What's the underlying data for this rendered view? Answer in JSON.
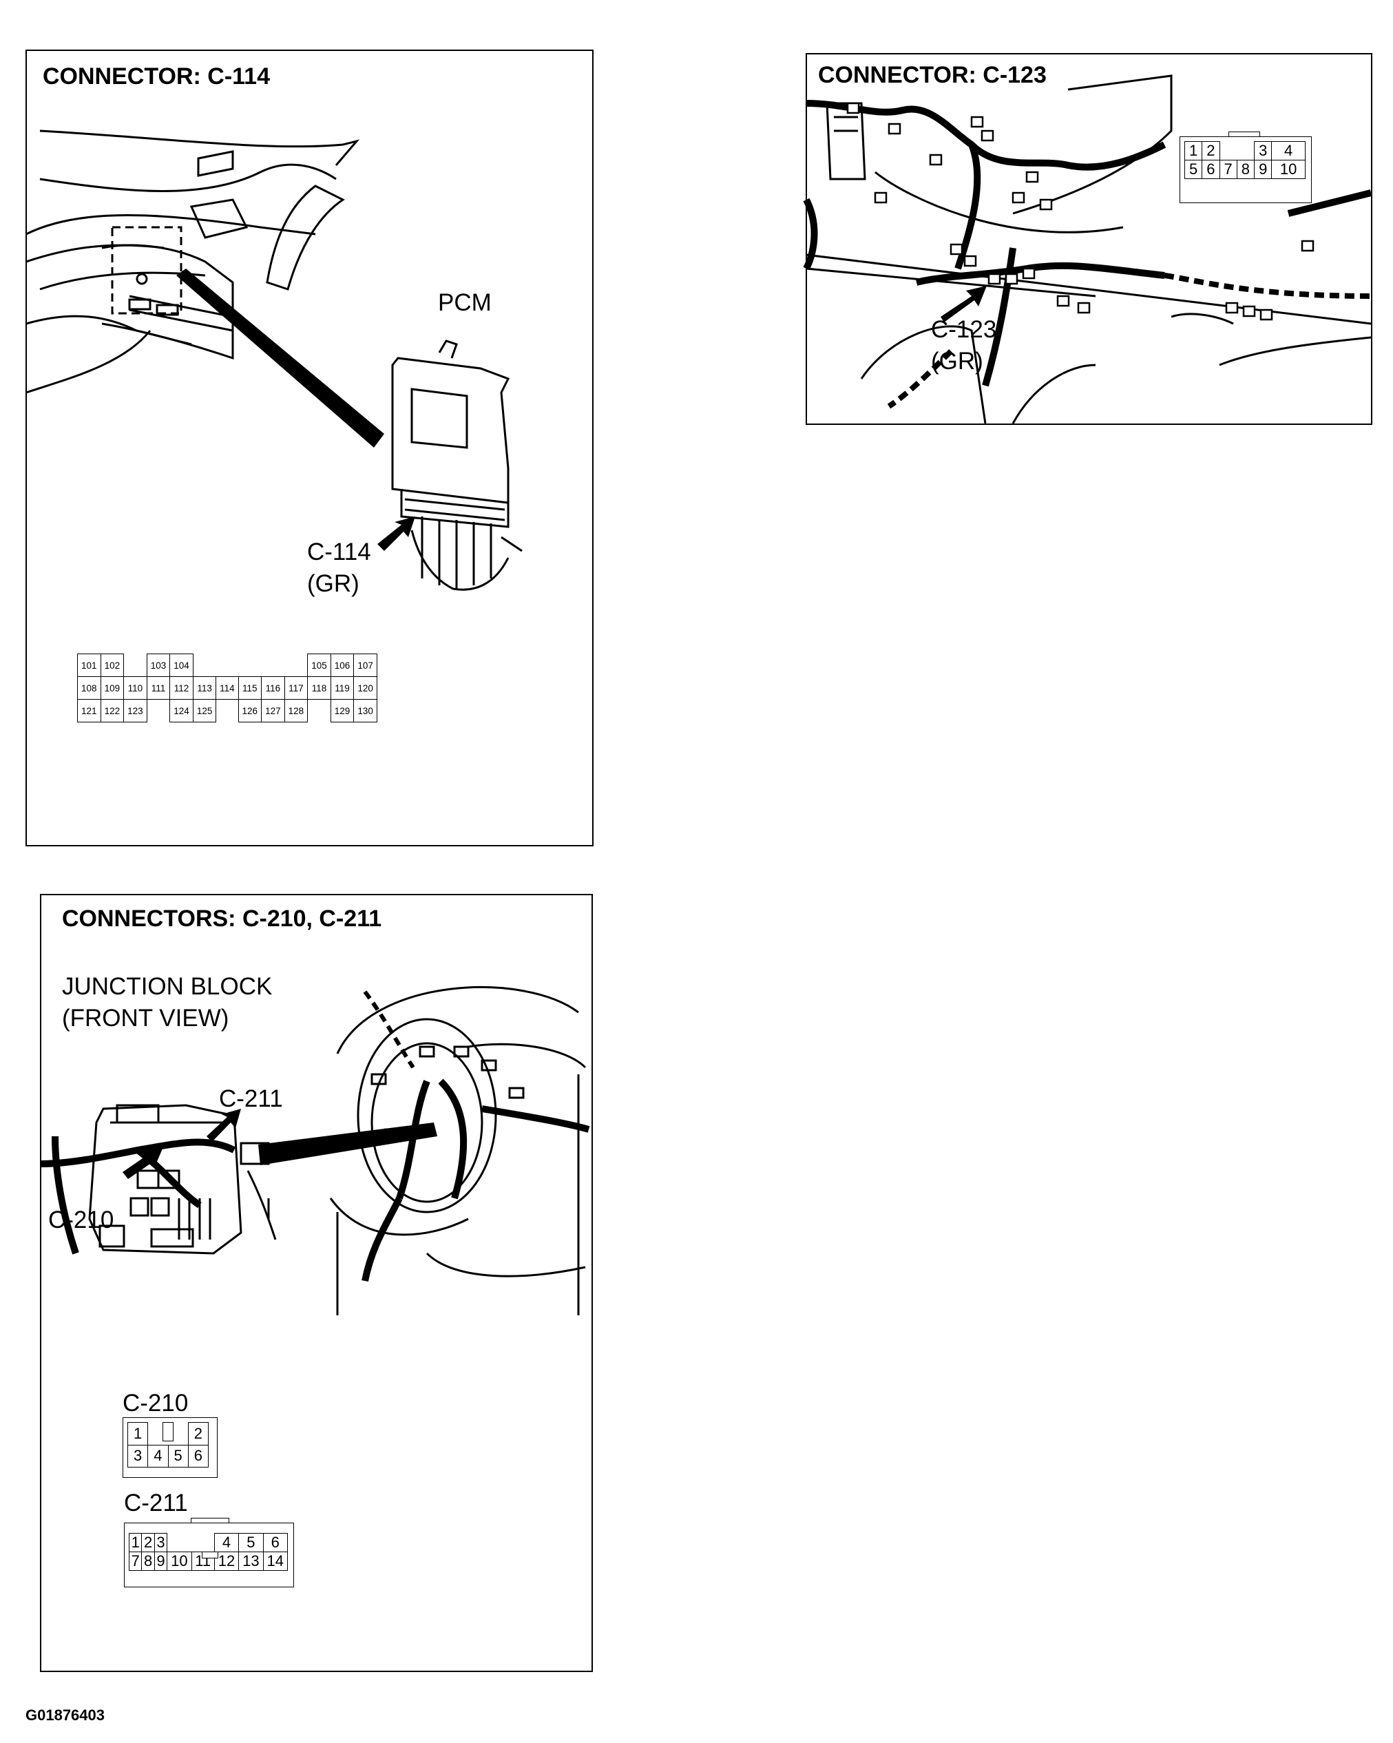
{
  "panels": {
    "c114": {
      "title": "CONNECTOR: C-114",
      "pcm_label": "PCM",
      "callout": "C-114",
      "color": "(GR)",
      "pins": {
        "row1": [
          "101",
          "102",
          "",
          "103",
          "104",
          "",
          "",
          "",
          "",
          "",
          "105",
          "106",
          "107"
        ],
        "row2": [
          "108",
          "109",
          "110",
          "111",
          "112",
          "113",
          "114",
          "115",
          "116",
          "117",
          "118",
          "119",
          "120"
        ],
        "row3": [
          "121",
          "122",
          "123",
          "",
          "124",
          "125",
          "",
          "126",
          "127",
          "128",
          "",
          "129",
          "130"
        ]
      }
    },
    "c123": {
      "title": "CONNECTOR: C-123",
      "callout": "C-123",
      "color": "(GR)",
      "pins": {
        "row1": [
          "1",
          "2",
          "",
          "",
          "3",
          "4"
        ],
        "row2": [
          "5",
          "6",
          "7",
          "8",
          "9",
          "10"
        ]
      }
    },
    "c210_211": {
      "title": "CONNECTORS: C-210, C-211",
      "junction_line1": "JUNCTION BLOCK",
      "junction_line2": "(FRONT VIEW)",
      "callout_211": "C-211",
      "callout_210": "C-210",
      "c210_label": "C-210",
      "c210_pins": {
        "row1": [
          "1",
          "",
          "",
          "2"
        ],
        "row2": [
          "3",
          "4",
          "5",
          "6"
        ]
      },
      "c211_label": "C-211",
      "c211_pins": {
        "row1": [
          "1",
          "2",
          "3",
          "",
          "",
          "4",
          "5",
          "6"
        ],
        "row2": [
          "7",
          "8",
          "9",
          "10",
          "11",
          "12",
          "13",
          "14"
        ]
      }
    }
  },
  "footer_code": "G01876403"
}
